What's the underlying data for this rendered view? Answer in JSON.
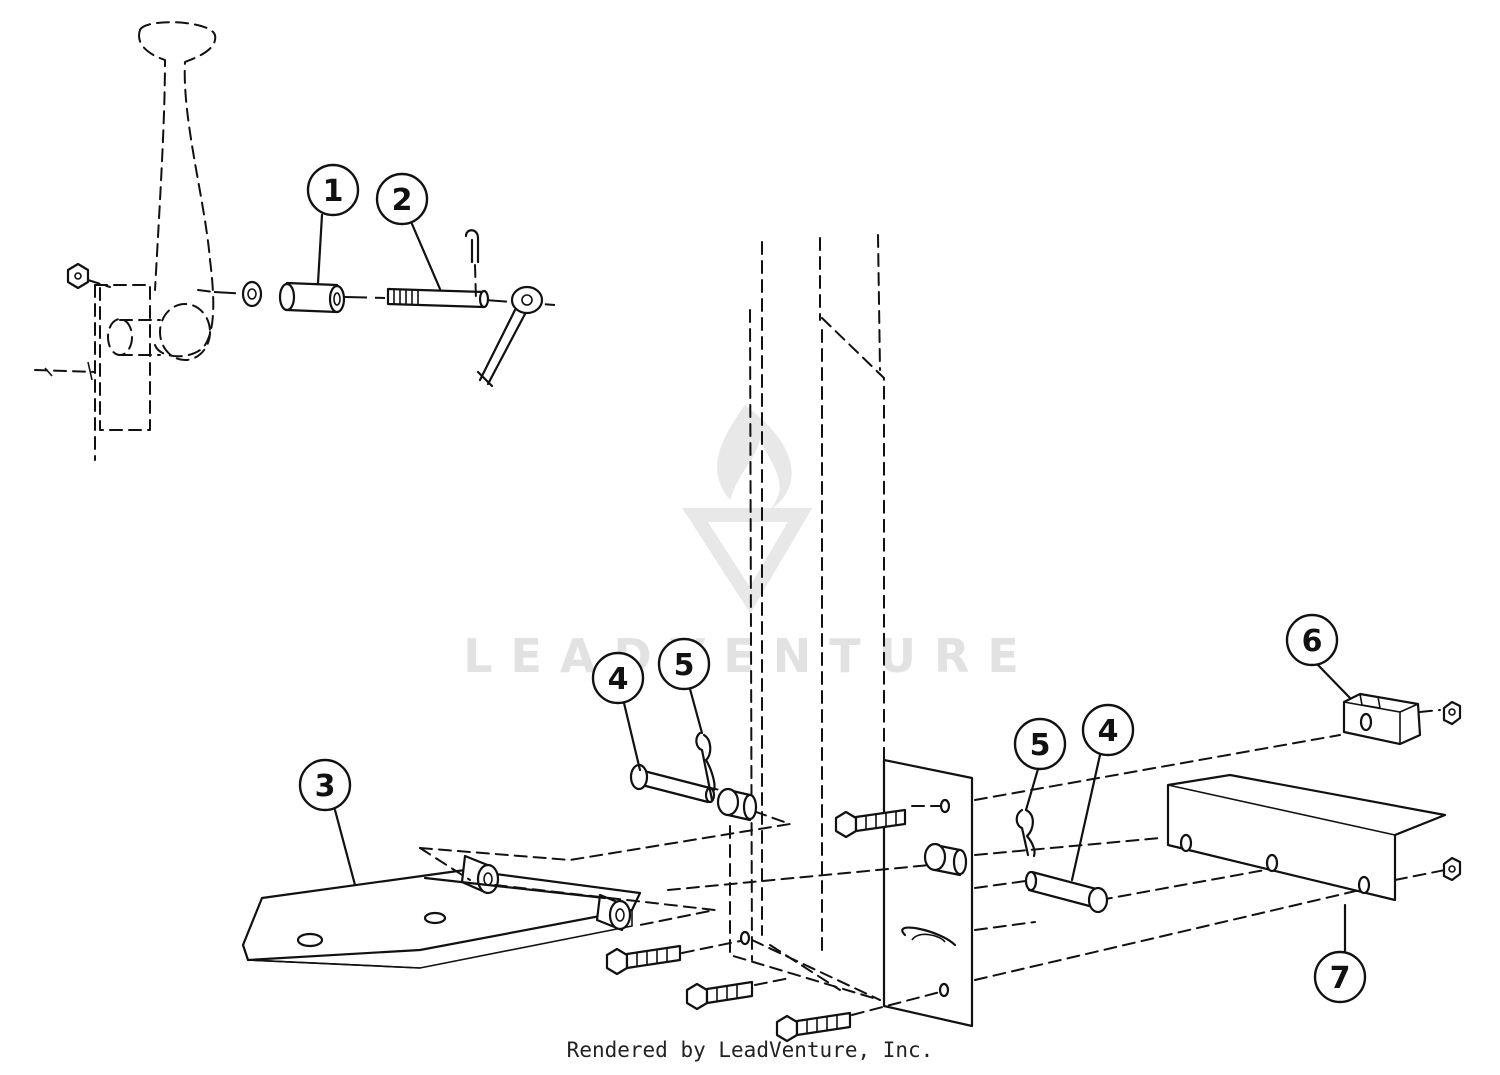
{
  "watermark": {
    "text": "LEADVENTURE"
  },
  "credit": "Rendered by LeadVenture, Inc.",
  "callouts": [
    {
      "id": "c1",
      "label": "1"
    },
    {
      "id": "c2",
      "label": "2"
    },
    {
      "id": "c3",
      "label": "3"
    },
    {
      "id": "c4a",
      "label": "4"
    },
    {
      "id": "c5a",
      "label": "5"
    },
    {
      "id": "c5b",
      "label": "5"
    },
    {
      "id": "c4b",
      "label": "4"
    },
    {
      "id": "c6",
      "label": "6"
    },
    {
      "id": "c7",
      "label": "7"
    }
  ],
  "colors": {
    "line": "#111111",
    "watermark": "#e2e2e2",
    "background": "#ffffff"
  }
}
